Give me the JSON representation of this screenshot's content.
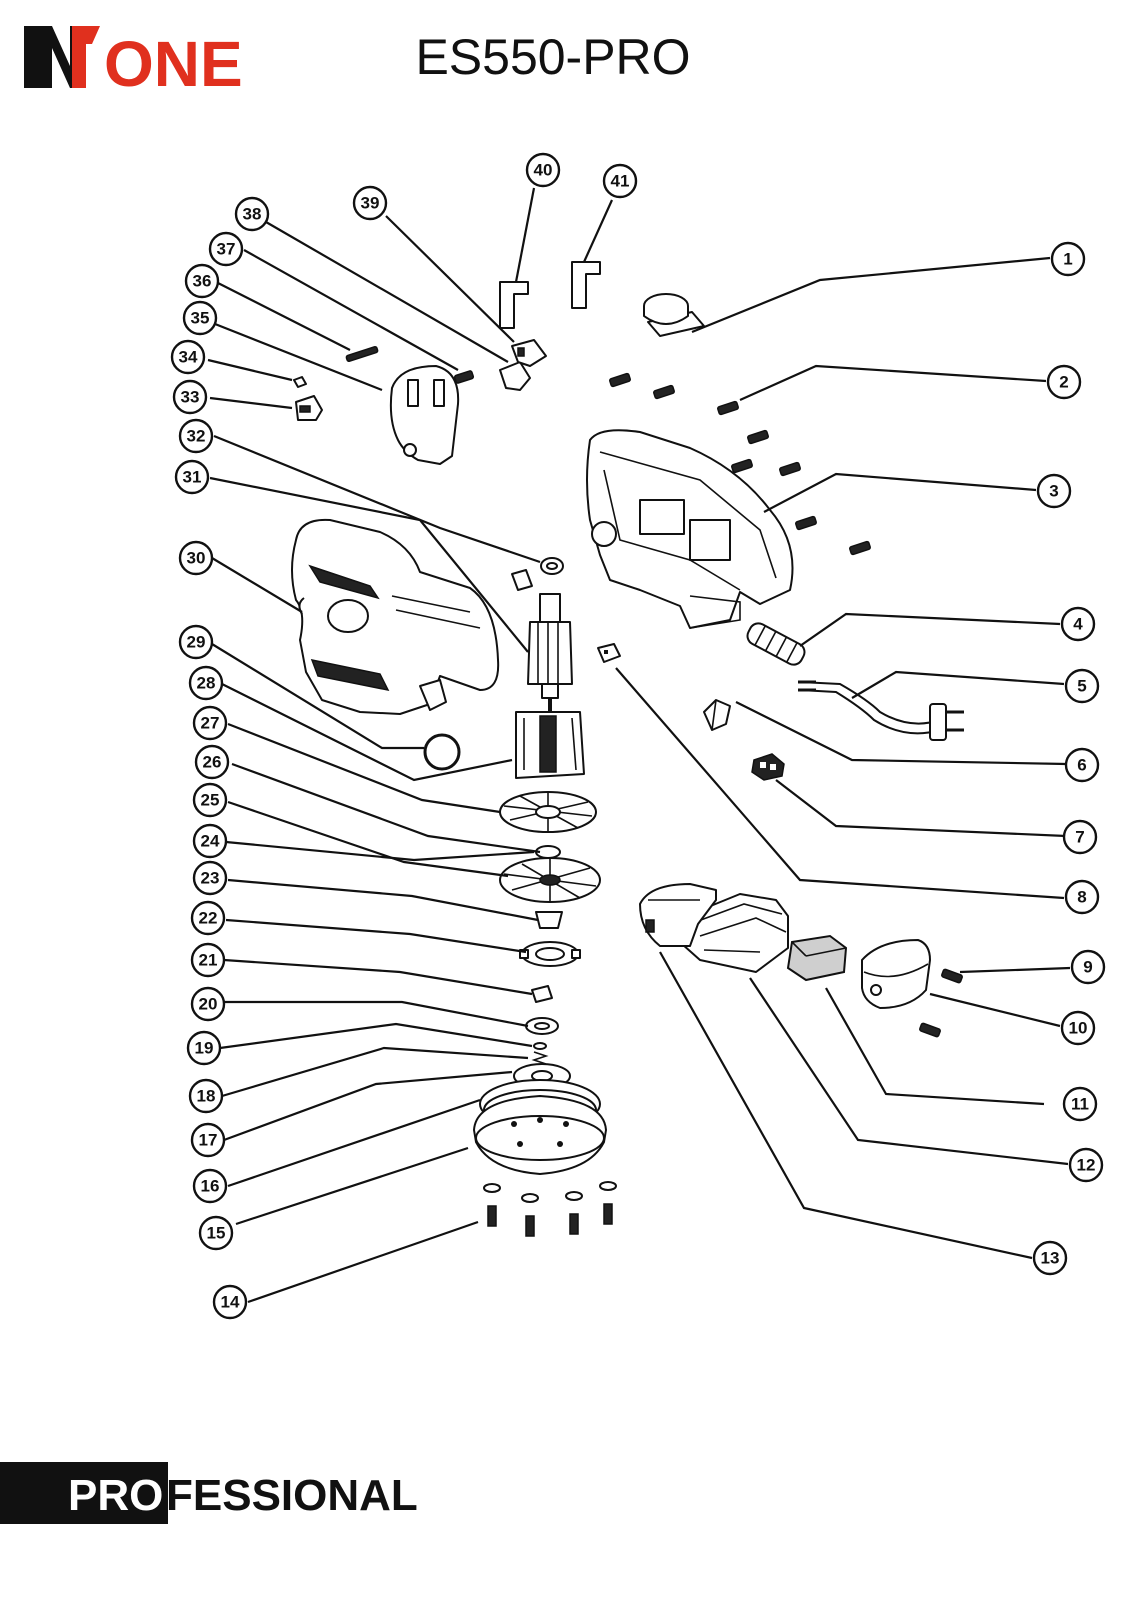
{
  "header": {
    "logo_mark": "N",
    "logo_text": "ONE",
    "model": "ES550-PRO"
  },
  "footer": {
    "brand_bold": "PRO",
    "brand_rest": "FESSIONAL"
  },
  "colors": {
    "brand_red": "#e0301e",
    "ink": "#111111"
  },
  "callouts": [
    "1",
    "2",
    "3",
    "4",
    "5",
    "6",
    "7",
    "8",
    "9",
    "10",
    "11",
    "12",
    "13",
    "14",
    "15",
    "16",
    "17",
    "18",
    "19",
    "20",
    "21",
    "22",
    "23",
    "24",
    "25",
    "26",
    "27",
    "28",
    "29",
    "30",
    "31",
    "32",
    "33",
    "34",
    "35",
    "36",
    "37",
    "38",
    "39",
    "40",
    "41"
  ]
}
